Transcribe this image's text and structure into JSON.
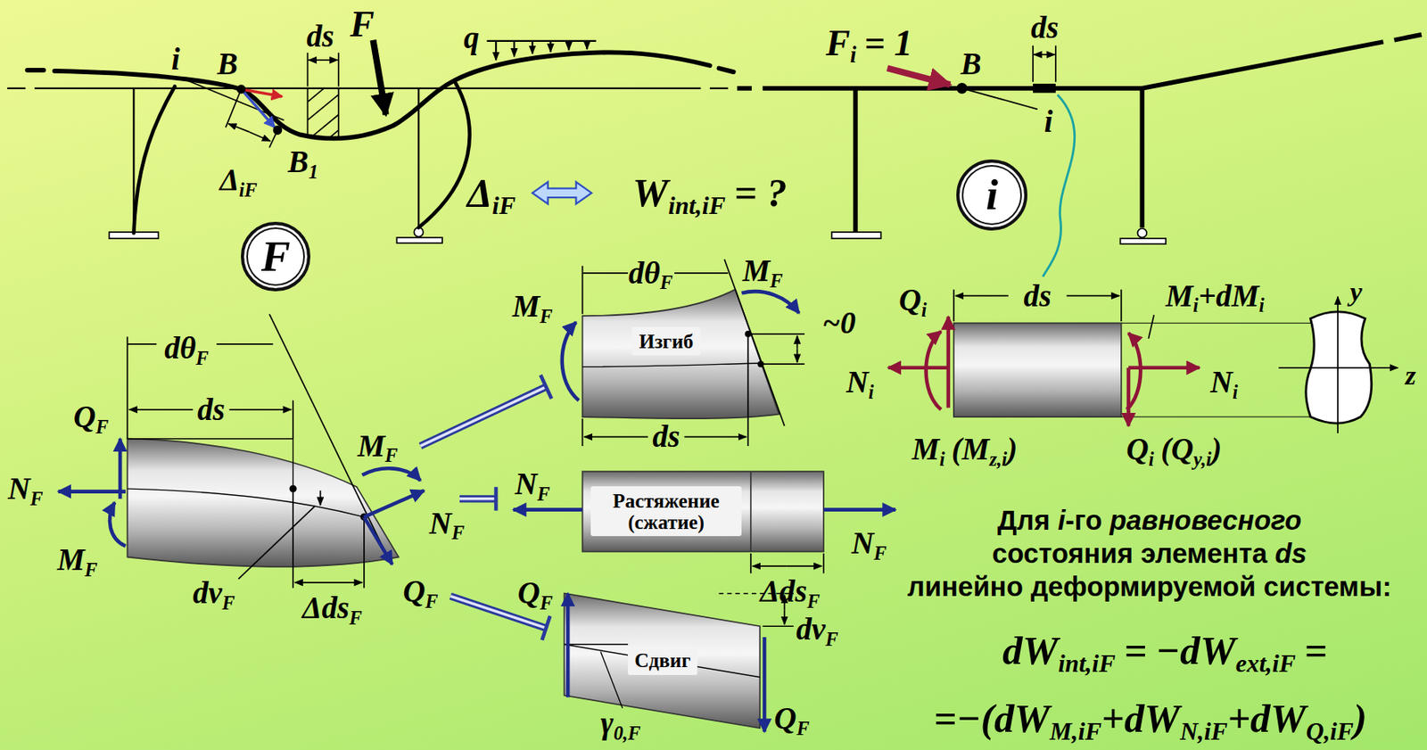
{
  "diagram": {
    "nodes": [
      {
        "text": [
          "F"
        ]
      },
      {
        "text": [
          "i"
        ]
      },
      {
        "text": [
          "Изгиб"
        ]
      },
      {
        "text": [
          "Растяжение (сжатие)"
        ]
      },
      {
        "text": [
          "Сдвиг"
        ]
      }
    ],
    "labels": [
      "i",
      "B",
      "ds",
      "F",
      "q",
      "B",
      "1",
      "Δ",
      "iF",
      "Δ",
      "iF",
      "W",
      "int,iF",
      "= ?",
      "F",
      "i",
      "= 1",
      "B",
      "ds",
      "i",
      "dθ",
      "F",
      "ds",
      "Q",
      "F",
      "N",
      "F",
      "M",
      "F",
      "M",
      "F",
      "N",
      "F",
      "Q",
      "F",
      "dv",
      "F",
      "Δds",
      "F",
      "dθ",
      "F",
      "M",
      "F",
      "M",
      "F",
      "~0",
      "ds",
      "N",
      "F",
      "N",
      "F",
      "Δds",
      "F",
      "Q",
      "F",
      "dv",
      "F",
      "γ",
      "0,F",
      "Q",
      "F",
      "Q",
      "i",
      "ds",
      "M",
      "i",
      "+dM",
      "i",
      "y",
      "z",
      "N",
      "i",
      "N",
      "i",
      "M",
      "i",
      "(M",
      "z,i",
      ")",
      "Q",
      "i",
      "(Q",
      "y,i",
      ")",
      "Для",
      "i",
      "-го",
      "равновесного",
      "состояния элемента",
      "ds",
      "линейно деформируемой системы:",
      "dW",
      "int,iF",
      "=",
      "−dW",
      "ext,iF",
      "=",
      "=−(dW",
      "M,iF",
      "+dW",
      "N,iF",
      "+dW",
      "Q,iF",
      ")"
    ]
  }
}
